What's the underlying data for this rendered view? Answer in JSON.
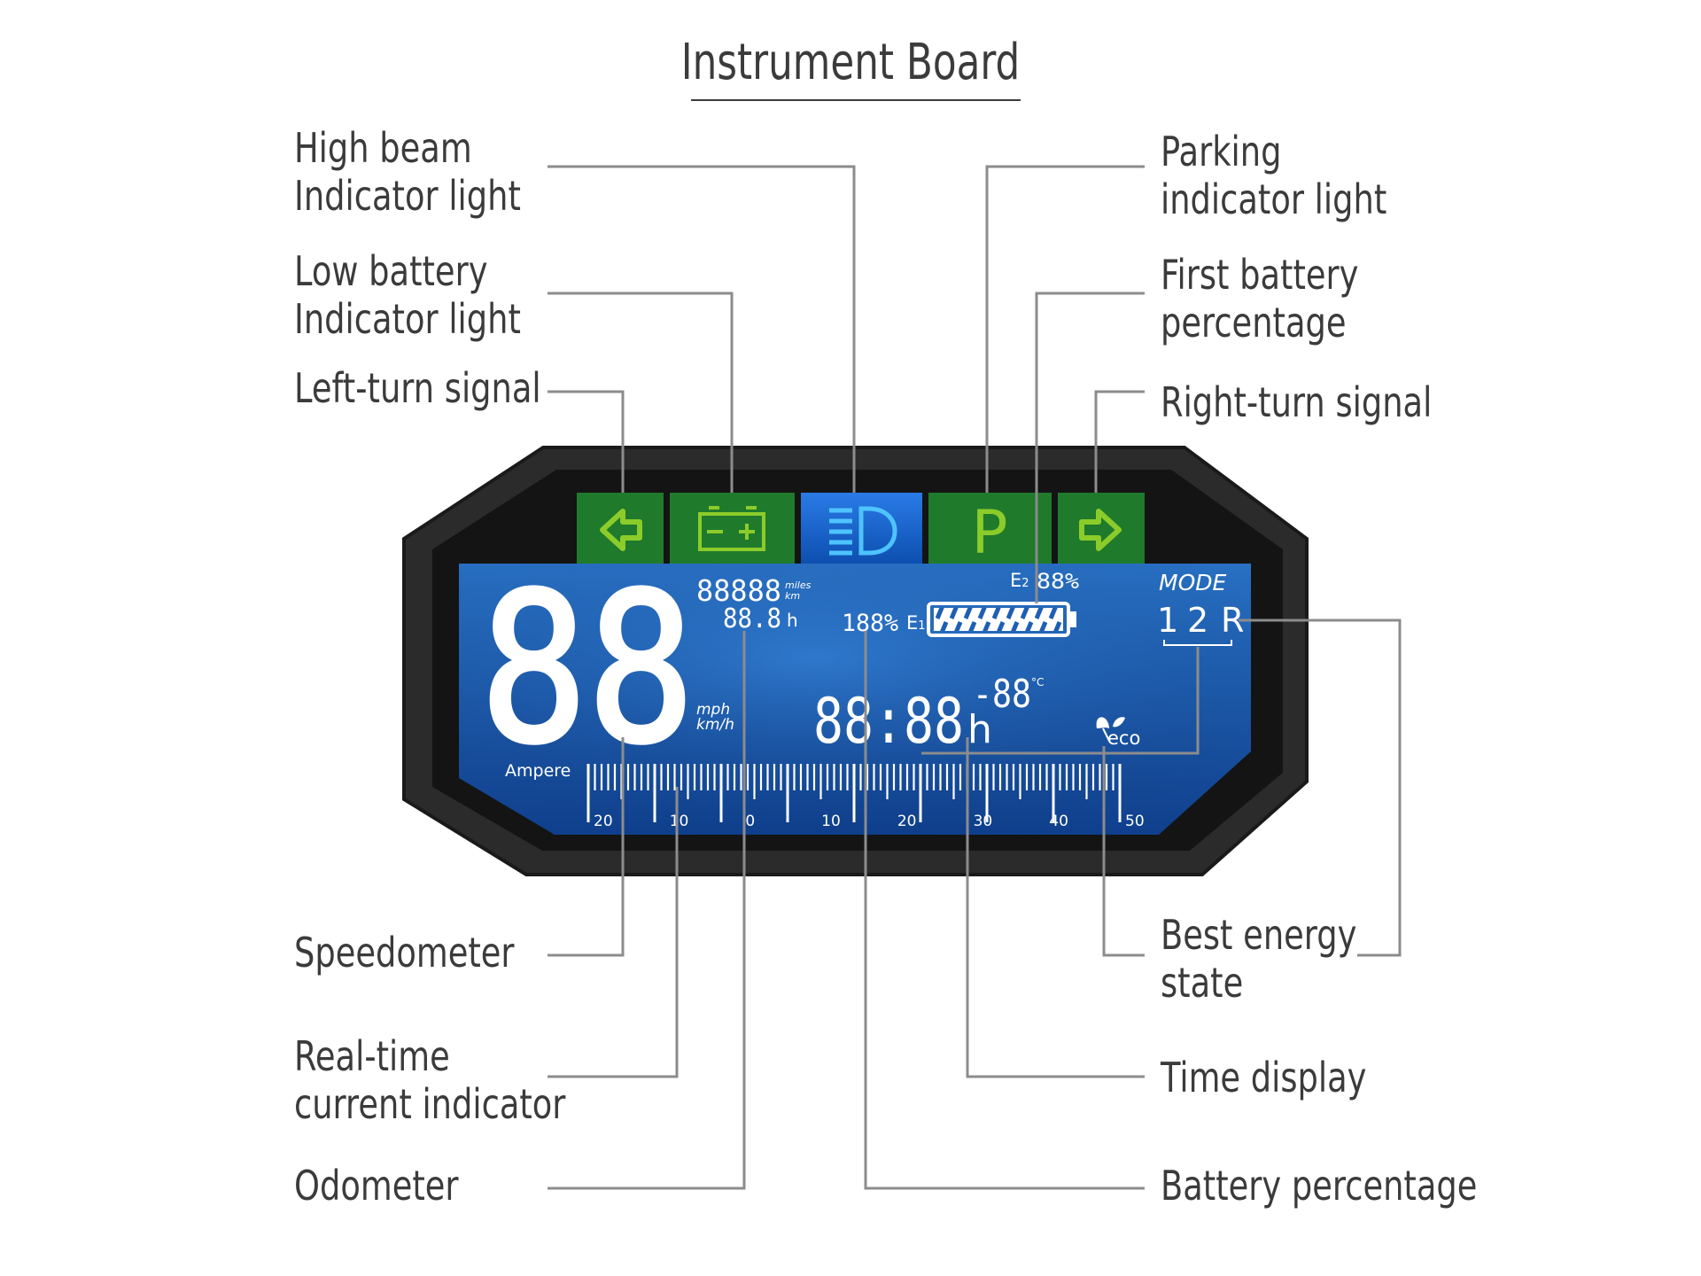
{
  "title": "Instrument Board",
  "callouts": {
    "high_beam": "High beam\nIndicator light",
    "low_battery": "Low battery\nIndicator light",
    "left_turn": "Left-turn signal",
    "parking": "Parking\nindicator light",
    "first_battery": "First battery\npercentage",
    "right_turn": "Right-turn signal",
    "speedometer": "Speedometer",
    "current": "Real-time\ncurrent indicator",
    "odometer": "Odometer",
    "best_energy": "Best energy\nstate",
    "time_display": "Time display",
    "battery_pct": "Battery percentage"
  },
  "lcd": {
    "speed": "88",
    "speed_unit_1": "mph",
    "speed_unit_2": "km/h",
    "odometer": "88888",
    "odo_unit_1": "miles",
    "odo_unit_2": "km",
    "trip_hours": "88.8",
    "trip_hours_unit": "h",
    "battery_pct": "188%",
    "battery_label": "E",
    "battery_label_sub": "1",
    "battery2_label": "E",
    "battery2_label_sub": "2",
    "battery2_pct": "88%",
    "mode_label": "MODE",
    "modes": [
      "1",
      "2",
      "R"
    ],
    "time": "88:88",
    "time_unit": "h",
    "temperature": "-88",
    "temperature_unit": "°C",
    "eco_label": "eco",
    "ampere_label": "Ampere",
    "ampere_scale": [
      "20",
      "10",
      "0",
      "10",
      "20",
      "30",
      "40",
      "50"
    ],
    "parking_symbol": "P"
  },
  "colors": {
    "indicator_green": "#1f7a2c",
    "indicator_symbol": "#8ccc2a",
    "high_beam_blue": "#1a6ad8",
    "lcd_blue": "#1e5fb4",
    "bezel": "#2a2a2a",
    "text_gray": "#3b3b3b",
    "leader_gray": "#8c8c8c"
  }
}
